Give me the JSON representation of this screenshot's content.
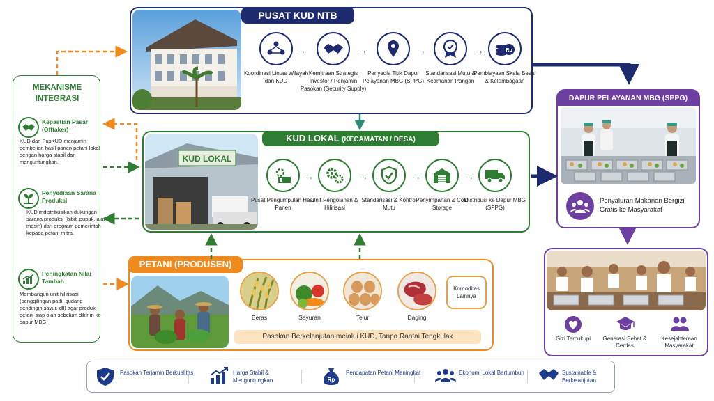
{
  "pusat": {
    "title": "PUSAT KUD NTB",
    "steps": [
      {
        "label": "Koordinasi Lintas Wilayah dan KUD",
        "icon": "network-people-icon"
      },
      {
        "label": "Kemitraan Strategis Investor / Penjamin Pasokan (Security Supply)",
        "icon": "handshake-icon"
      },
      {
        "label": "Penyedia Titik Dapur Pelayanan MBG (SPPG)",
        "icon": "location-pin-icon"
      },
      {
        "label": "Standarisasi Mutu & Keamanan Pangan",
        "icon": "quality-badge-icon"
      },
      {
        "label": "Pembiayaan Skala Besar & Kelembagaan",
        "icon": "coins-rp-icon"
      }
    ]
  },
  "kud": {
    "title": "KUD LOKAL",
    "subtitle": "(KECAMATAN / DESA)",
    "sign": "KUD LOKAL",
    "steps": [
      {
        "label": "Pusat Pengumpulan Hasil Panen",
        "icon": "collection-center-icon"
      },
      {
        "label": "Unit Pengolahan & Hilirisasi",
        "icon": "gears-icon"
      },
      {
        "label": "Standarisasi & Kontrol Mutu",
        "icon": "shield-check-icon"
      },
      {
        "label": "Penyimpanan & Cold Storage",
        "icon": "warehouse-icon"
      },
      {
        "label": "Distribusi ke Dapur MBG (SPPG)",
        "icon": "truck-icon"
      }
    ]
  },
  "petani": {
    "title": "PETANI (PRODUSEN)",
    "products": [
      {
        "label": "Beras",
        "icon": "rice-icon"
      },
      {
        "label": "Sayuran",
        "icon": "vegetables-icon"
      },
      {
        "label": "Telur",
        "icon": "eggs-icon"
      },
      {
        "label": "Daging",
        "icon": "meat-icon"
      }
    ],
    "other": "Komoditas Lainnya",
    "banner": "Pasokan Berkelanjutan melalui KUD, Tanpa Rantai Tengkulak"
  },
  "mekanisme": {
    "title": "MEKANISME INTEGRASI",
    "items": [
      {
        "heading": "Kepastian Pasar (Offtaker)",
        "text": "KUD dan PusKUD menjamin pembelian hasil panen petani lokal dengan harga stabil dan menguntungkan.",
        "icon": "handshake-icon"
      },
      {
        "heading": "Penyediaan Sarana Produksi",
        "text": "KUD mdistribusikan dukungan sarana produksi (bibit, pupuk, alat mesin) dari program pemerintah kepada petani mitra.",
        "icon": "sprout-icon"
      },
      {
        "heading": "Peningkatan Nilai Tambah",
        "text": "Membangun unit hilirisasi (penggilingan padi, gudang pendingin sayur, dll) agar produk petani siap olah sebelum dikirim ke dapur MBG.",
        "icon": "growth-chart-icon"
      }
    ]
  },
  "dapur": {
    "title": "DAPUR PELAYANAN MBG (SPPG)",
    "caption": "Penyaluran Makanan Bergizi Gratis ke Masyarakat",
    "icon": "community-icon"
  },
  "outcomes": [
    {
      "label": "Gizi Tercukupi",
      "icon": "heart-icon"
    },
    {
      "label": "Generasi Sehat & Cerdas",
      "icon": "graduation-cap-icon"
    },
    {
      "label": "Kesejahteraan Masyarakat",
      "icon": "people-icon"
    }
  ],
  "benefits": [
    {
      "label": "Pasokan Terjamin Berkualitas",
      "icon": "shield-check-icon"
    },
    {
      "label": "Harga Stabil & Menguntungkan",
      "icon": "growth-chart-icon"
    },
    {
      "label": "Pendapatan Petani Meningkat",
      "icon": "money-bag-rp-icon"
    },
    {
      "label": "Ekonomi Lokal Bertumbuh",
      "icon": "community-icon"
    },
    {
      "label": "Sustainable & Berkelanjutan",
      "icon": "handshake-icon"
    }
  ],
  "colors": {
    "navy": "#1e2a6e",
    "green": "#2e7d32",
    "orange": "#ef8a1f",
    "purple": "#6d3fa0"
  }
}
